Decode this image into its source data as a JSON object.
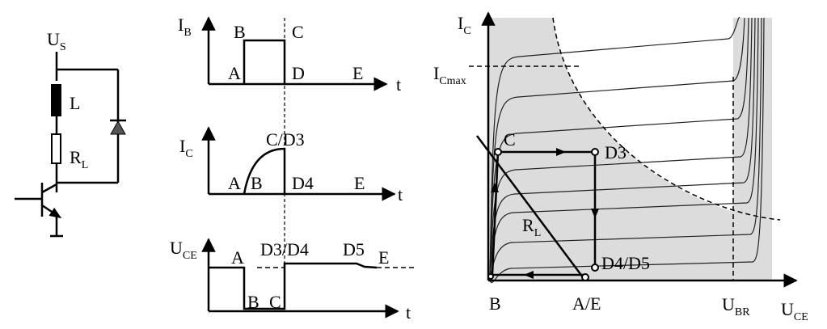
{
  "circuit": {
    "supply": {
      "main": "U",
      "sub": "S"
    },
    "inductor": "L",
    "resistor": {
      "main": "R",
      "sub": "L"
    }
  },
  "ib_plot": {
    "axis": {
      "main": "I",
      "sub": "B"
    },
    "t": "t",
    "pts": {
      "A": "A",
      "B": "B",
      "C": "C",
      "D": "D",
      "E": "E"
    }
  },
  "ic_plot": {
    "axis": {
      "main": "I",
      "sub": "C"
    },
    "t": "t",
    "pts": {
      "A": "A",
      "B": "B",
      "CD3": "C/D3",
      "D4": "D4",
      "E": "E"
    }
  },
  "uce_plot": {
    "axis": {
      "main": "U",
      "sub": "CE"
    },
    "t": "t",
    "pts": {
      "A": "A",
      "B": "B",
      "C": "C",
      "D3D4": "D3/D4",
      "D5": "D5",
      "E": "E"
    }
  },
  "char": {
    "y_axis": {
      "main": "I",
      "sub": "C"
    },
    "x_axis": {
      "main": "U",
      "sub": "CE"
    },
    "icmax": {
      "main": "I",
      "sub": "Cmax"
    },
    "ubr": {
      "main": "U",
      "sub": "BR"
    },
    "rl": {
      "main": "R",
      "sub": "L"
    },
    "pts": {
      "B": "B",
      "AE": "A/E",
      "C": "C",
      "D3": "D3",
      "D4D5": "D4/D5"
    }
  },
  "colors": {
    "soa_fill": "#dcdcdc",
    "ink": "#000000"
  }
}
